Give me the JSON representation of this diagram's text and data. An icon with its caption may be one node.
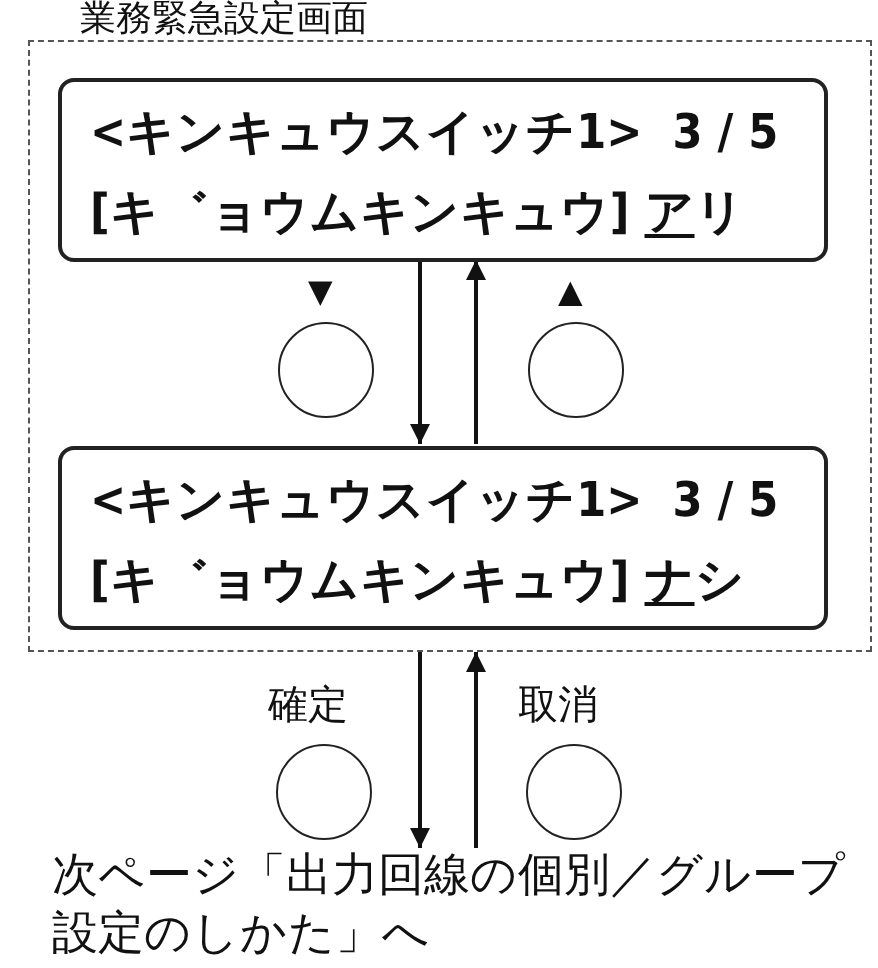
{
  "diagram": {
    "title": "業務緊急設定画面",
    "nodes": [
      {
        "text": [],
        "shape": "box"
      },
      {
        "text": [
          "<キンキュウスイッチ1>  3 / 5",
          "[キ゛ョウムキンキュウ] アリ"
        ],
        "in": 0
      },
      {
        "text": [
          "<キンキュウスイッチ1>  3 / 5",
          "[キ゛ョウムキンキュウ] ナシ"
        ],
        "in": 0
      },
      {
        "text": [],
        "shape": "circle",
        "in": 0,
        "beside": [
          "▼"
        ]
      },
      {
        "text": [],
        "shape": "circle",
        "in": 0,
        "beside": [
          "▲"
        ]
      },
      {
        "text": [],
        "shape": "circle",
        "beside": [
          "確定"
        ]
      },
      {
        "text": [],
        "shape": "circle",
        "beside": [
          "取消"
        ]
      },
      {
        "text": [
          "次ページ「出力回線の個別／グループ設定のしかた」へ"
        ]
      }
    ],
    "edges": [
      {
        "from": 1,
        "to": 2,
        "arrow": "to"
      },
      {
        "from": 2,
        "to": 1,
        "arrow": "to"
      },
      {
        "from": 0,
        "to": 7,
        "arrow": "to"
      },
      {
        "from": 7,
        "to": 0,
        "arrow": "to"
      }
    ]
  }
}
